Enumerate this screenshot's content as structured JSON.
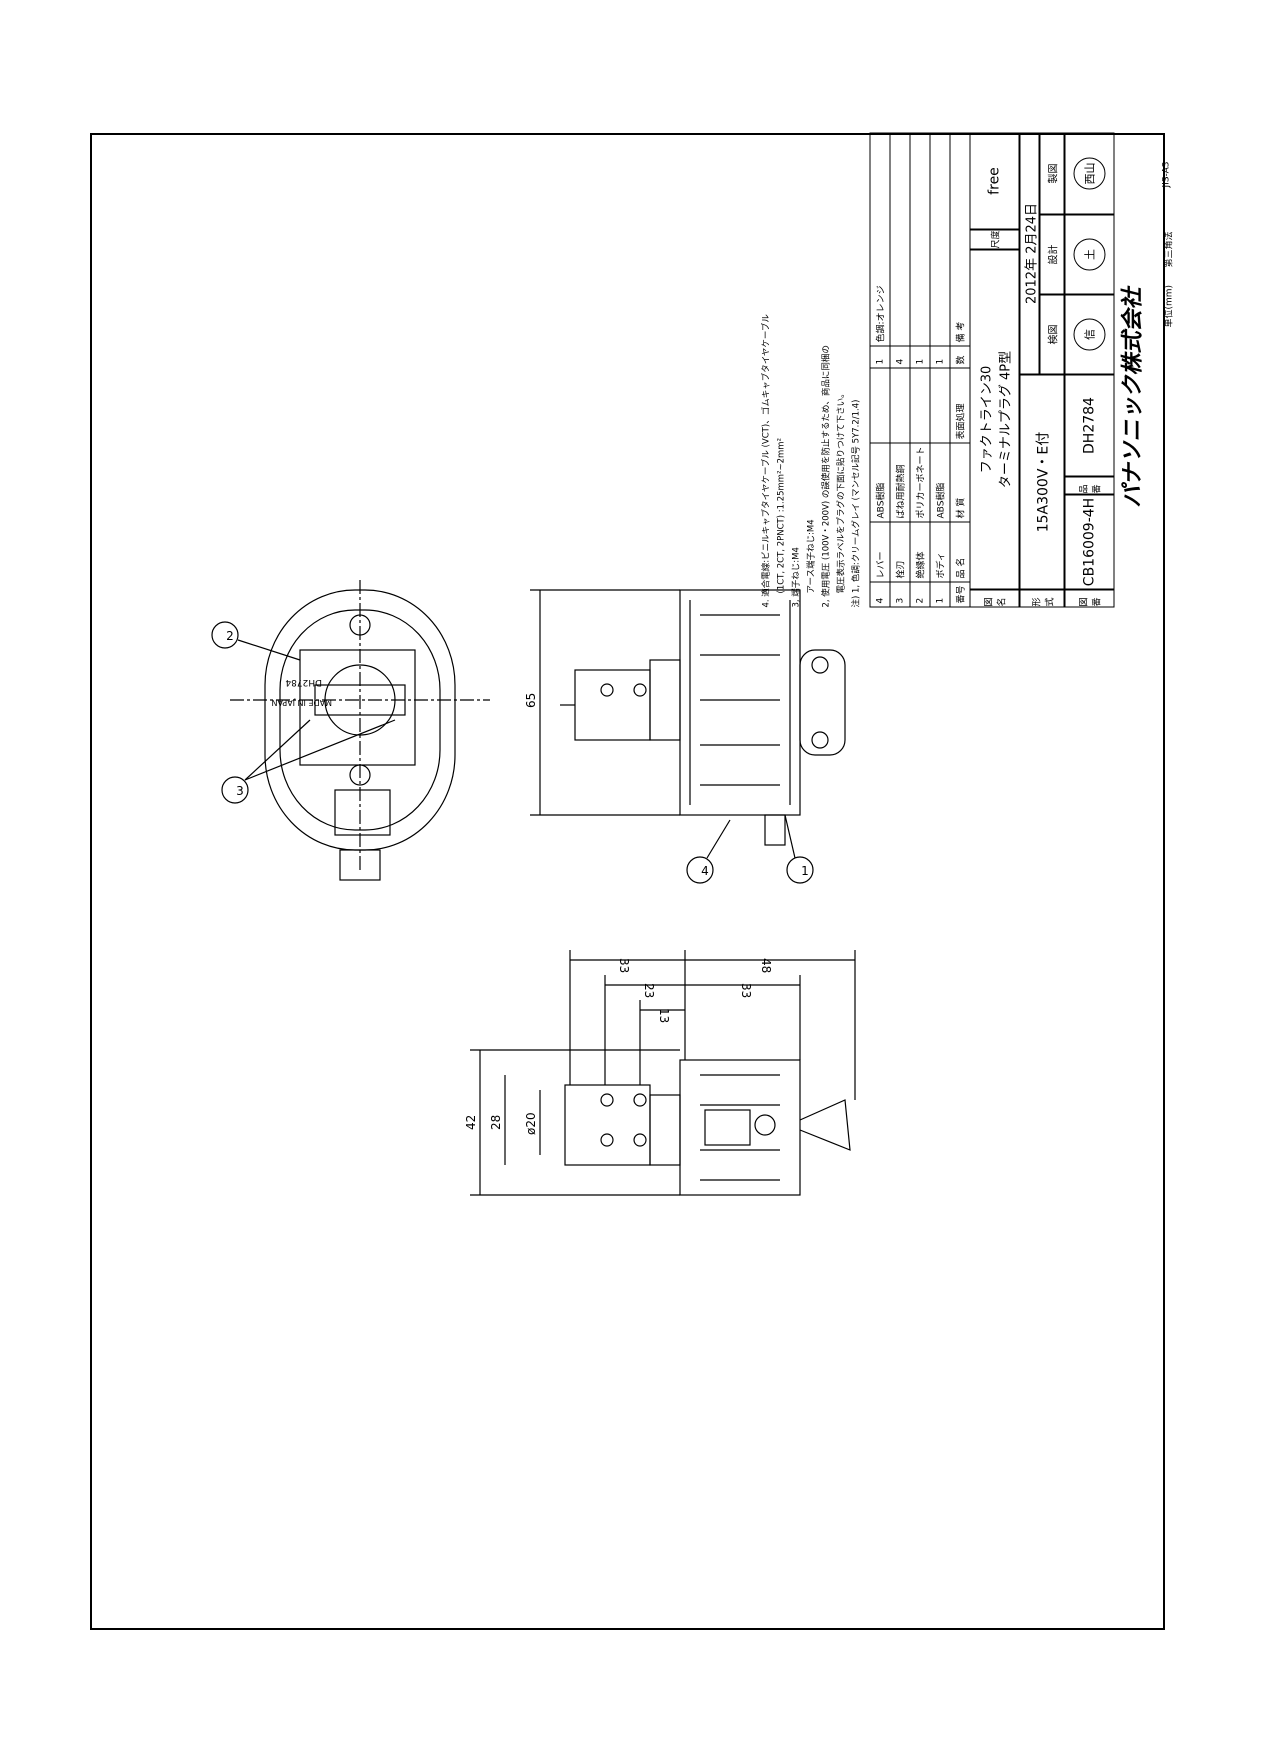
{
  "notes": {
    "n4a": "4. 適合電線:ビニルキャブタイヤケーブル (VCT)、ゴムキャブタイヤケーブル",
    "n4b": "(1CT, 2CT, 2PNCT) :1.25mm²~2mm²",
    "n3a": "3, 端子ねじ:M4",
    "n3b": "アース端子ねじ:M4",
    "n2a": "2, 使用電圧 (100V・200V) の誤使用を防止するため、商品に同梱の",
    "n2b": "電圧表示ラベルをプラグの下面に貼りつけて下さい。",
    "n1": "注) 1, 色調:クリームグレイ (マンセル記号 5Y7.2/1.4)"
  },
  "parts": {
    "rows": [
      {
        "no": "4",
        "name": "レバー",
        "material": "ABS樹脂",
        "finish": "",
        "qty": "1",
        "remarks": "色調:オレンジ"
      },
      {
        "no": "3",
        "name": "栓刃",
        "material": "ばね用耐熱銅",
        "finish": "",
        "qty": "4",
        "remarks": ""
      },
      {
        "no": "2",
        "name": "絶縁体",
        "material": "ポリカーボネート",
        "finish": "",
        "qty": "1",
        "remarks": ""
      },
      {
        "no": "1",
        "name": "ボディ",
        "material": "ABS樹脂",
        "finish": "",
        "qty": "1",
        "remarks": ""
      }
    ],
    "header": {
      "no": "番号",
      "name": "品 名",
      "material": "材 質",
      "finish": "表面処理",
      "qty": "数",
      "remarks": "備 考"
    }
  },
  "title_block": {
    "drawing_name_label": "図名",
    "drawing_name_1": "ファクトライン30",
    "drawing_name_2": "ターミナルプラグ 4P型",
    "scale_label": "尺度",
    "scale": "free",
    "model_label": "形式",
    "model": "15A300V・E付",
    "date": "2012年 2月24日",
    "check_label": "検図",
    "design_label": "設計",
    "draw_label": "製図",
    "stamp_check": "信",
    "stamp_design": "土",
    "stamp_draw": "西山",
    "drawing_no_label": "図番",
    "drawing_no": "CB16009-4H",
    "product_no_label": "品番",
    "product_no": "DH2784",
    "company": "パナソニック株式会社",
    "unit": "単位(mm)",
    "projection": "第三角法",
    "paper": "JIS-A3"
  },
  "drawing": {
    "balloons": [
      "1",
      "2",
      "3",
      "4"
    ],
    "label_product": "DH2784",
    "label_origin": "MADE IN JAPAN",
    "dims": {
      "h65": "65",
      "d42": "42",
      "d28": "28",
      "d20": "ø20",
      "d33a": "33",
      "d23": "23",
      "d13": "13",
      "d48": "48",
      "d33b": "33"
    }
  }
}
